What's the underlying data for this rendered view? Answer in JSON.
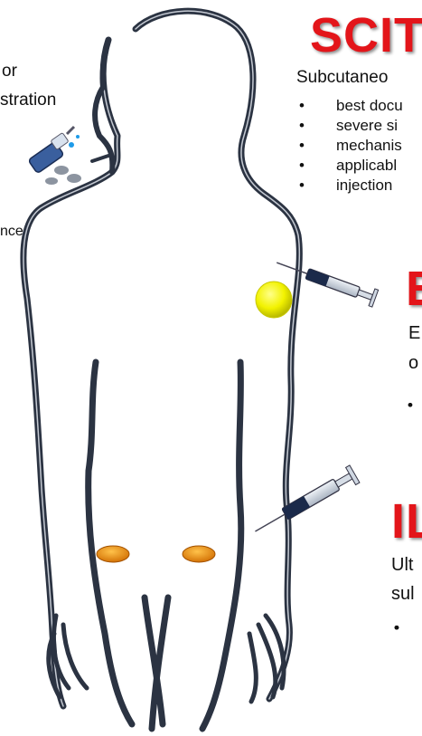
{
  "left_labels": {
    "line1": "or",
    "line2": "stration",
    "line3": "nce"
  },
  "scit": {
    "title": "SCIT",
    "subtitle": "Subcutaneo",
    "bullets": [
      "best docu",
      "severe si",
      "mechanis",
      "applicabl",
      "injection"
    ]
  },
  "epi": {
    "title": "E",
    "line1": "E",
    "line2": "o",
    "bullets": [
      "",
      ""
    ]
  },
  "ilit": {
    "title": "IL",
    "line1": "Ult",
    "line2": "sul",
    "bullets": [
      "",
      "",
      "",
      ""
    ]
  },
  "bullet_glyph": "•",
  "colors": {
    "heading_red": "#e3151a",
    "body_outline": "#2b3342",
    "patch_yellow": "#f2f200",
    "lymph_orange": "#e0820c"
  }
}
